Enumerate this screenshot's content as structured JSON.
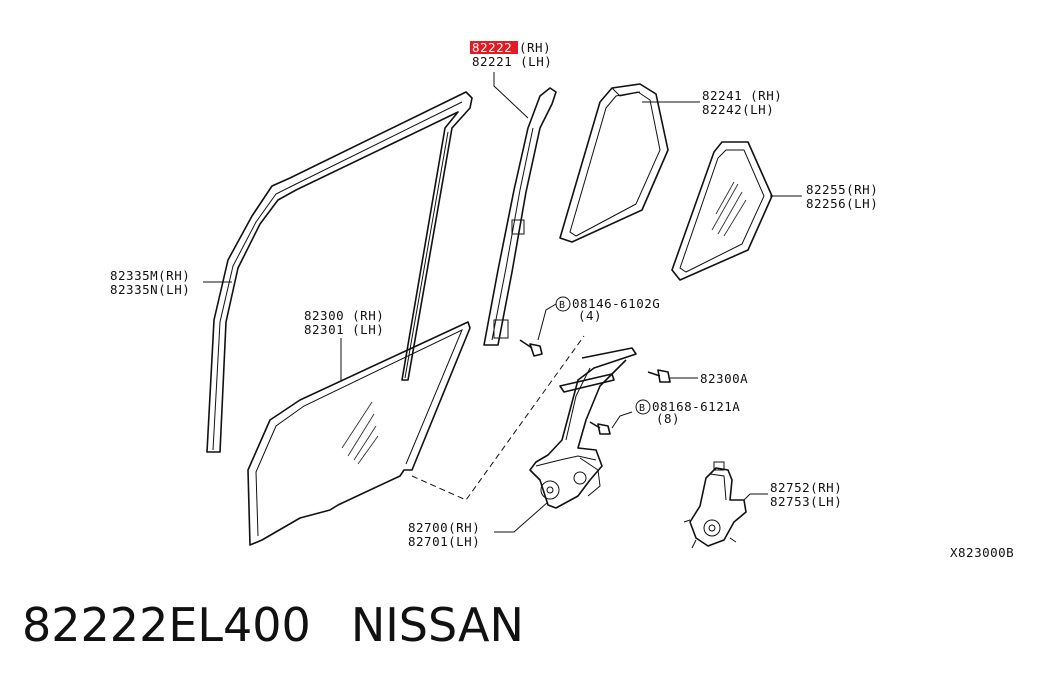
{
  "callouts": {
    "c82222": {
      "rh": "82222",
      "rh_suffix": "(RH)",
      "lh": "82221 (LH)"
    },
    "c82241": {
      "rh": "82241 (RH)",
      "lh": "82242(LH)"
    },
    "c82255": {
      "rh": "82255(RH)",
      "lh": "82256(LH)"
    },
    "c82335": {
      "rh": "82335M(RH)",
      "lh": "82335N(LH)"
    },
    "c82300": {
      "rh": "82300 (RH)",
      "lh": "82301 (LH)"
    },
    "c08146": {
      "code": "08146-6102G",
      "qty": "(4)",
      "marker": "B"
    },
    "c82300A": {
      "code": "82300A"
    },
    "c08168": {
      "code": "08168-6121A",
      "qty": "(8)",
      "marker": "B"
    },
    "c82752": {
      "rh": "82752(RH)",
      "lh": "82753(LH)"
    },
    "c82700": {
      "rh": "82700(RH)",
      "lh": "82701(LH)"
    },
    "diagram_code": "X823000B"
  },
  "highlight_color": "#e31b23",
  "footer": {
    "part_number": "82222EL400",
    "brand": "NISSAN"
  }
}
